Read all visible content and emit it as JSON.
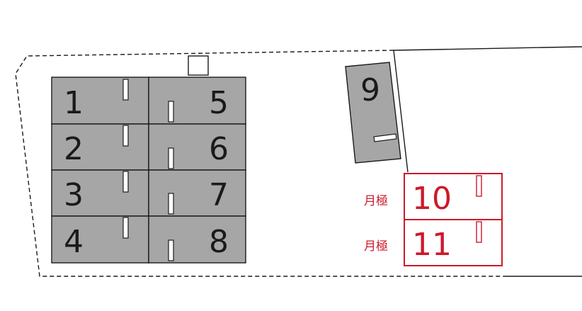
{
  "spaces": [
    {
      "number": "1"
    },
    {
      "number": "2"
    },
    {
      "number": "3"
    },
    {
      "number": "4"
    },
    {
      "number": "5"
    },
    {
      "number": "6"
    },
    {
      "number": "7"
    },
    {
      "number": "8"
    },
    {
      "number": "9"
    },
    {
      "number": "10",
      "label": "月極"
    },
    {
      "number": "11",
      "label": "月極"
    }
  ],
  "colors": {
    "space_fill": "#a6a6a6",
    "space_stroke": "#1a1a1a",
    "monthly_stroke": "#cc1a2a",
    "text": "#1a1a1a"
  }
}
